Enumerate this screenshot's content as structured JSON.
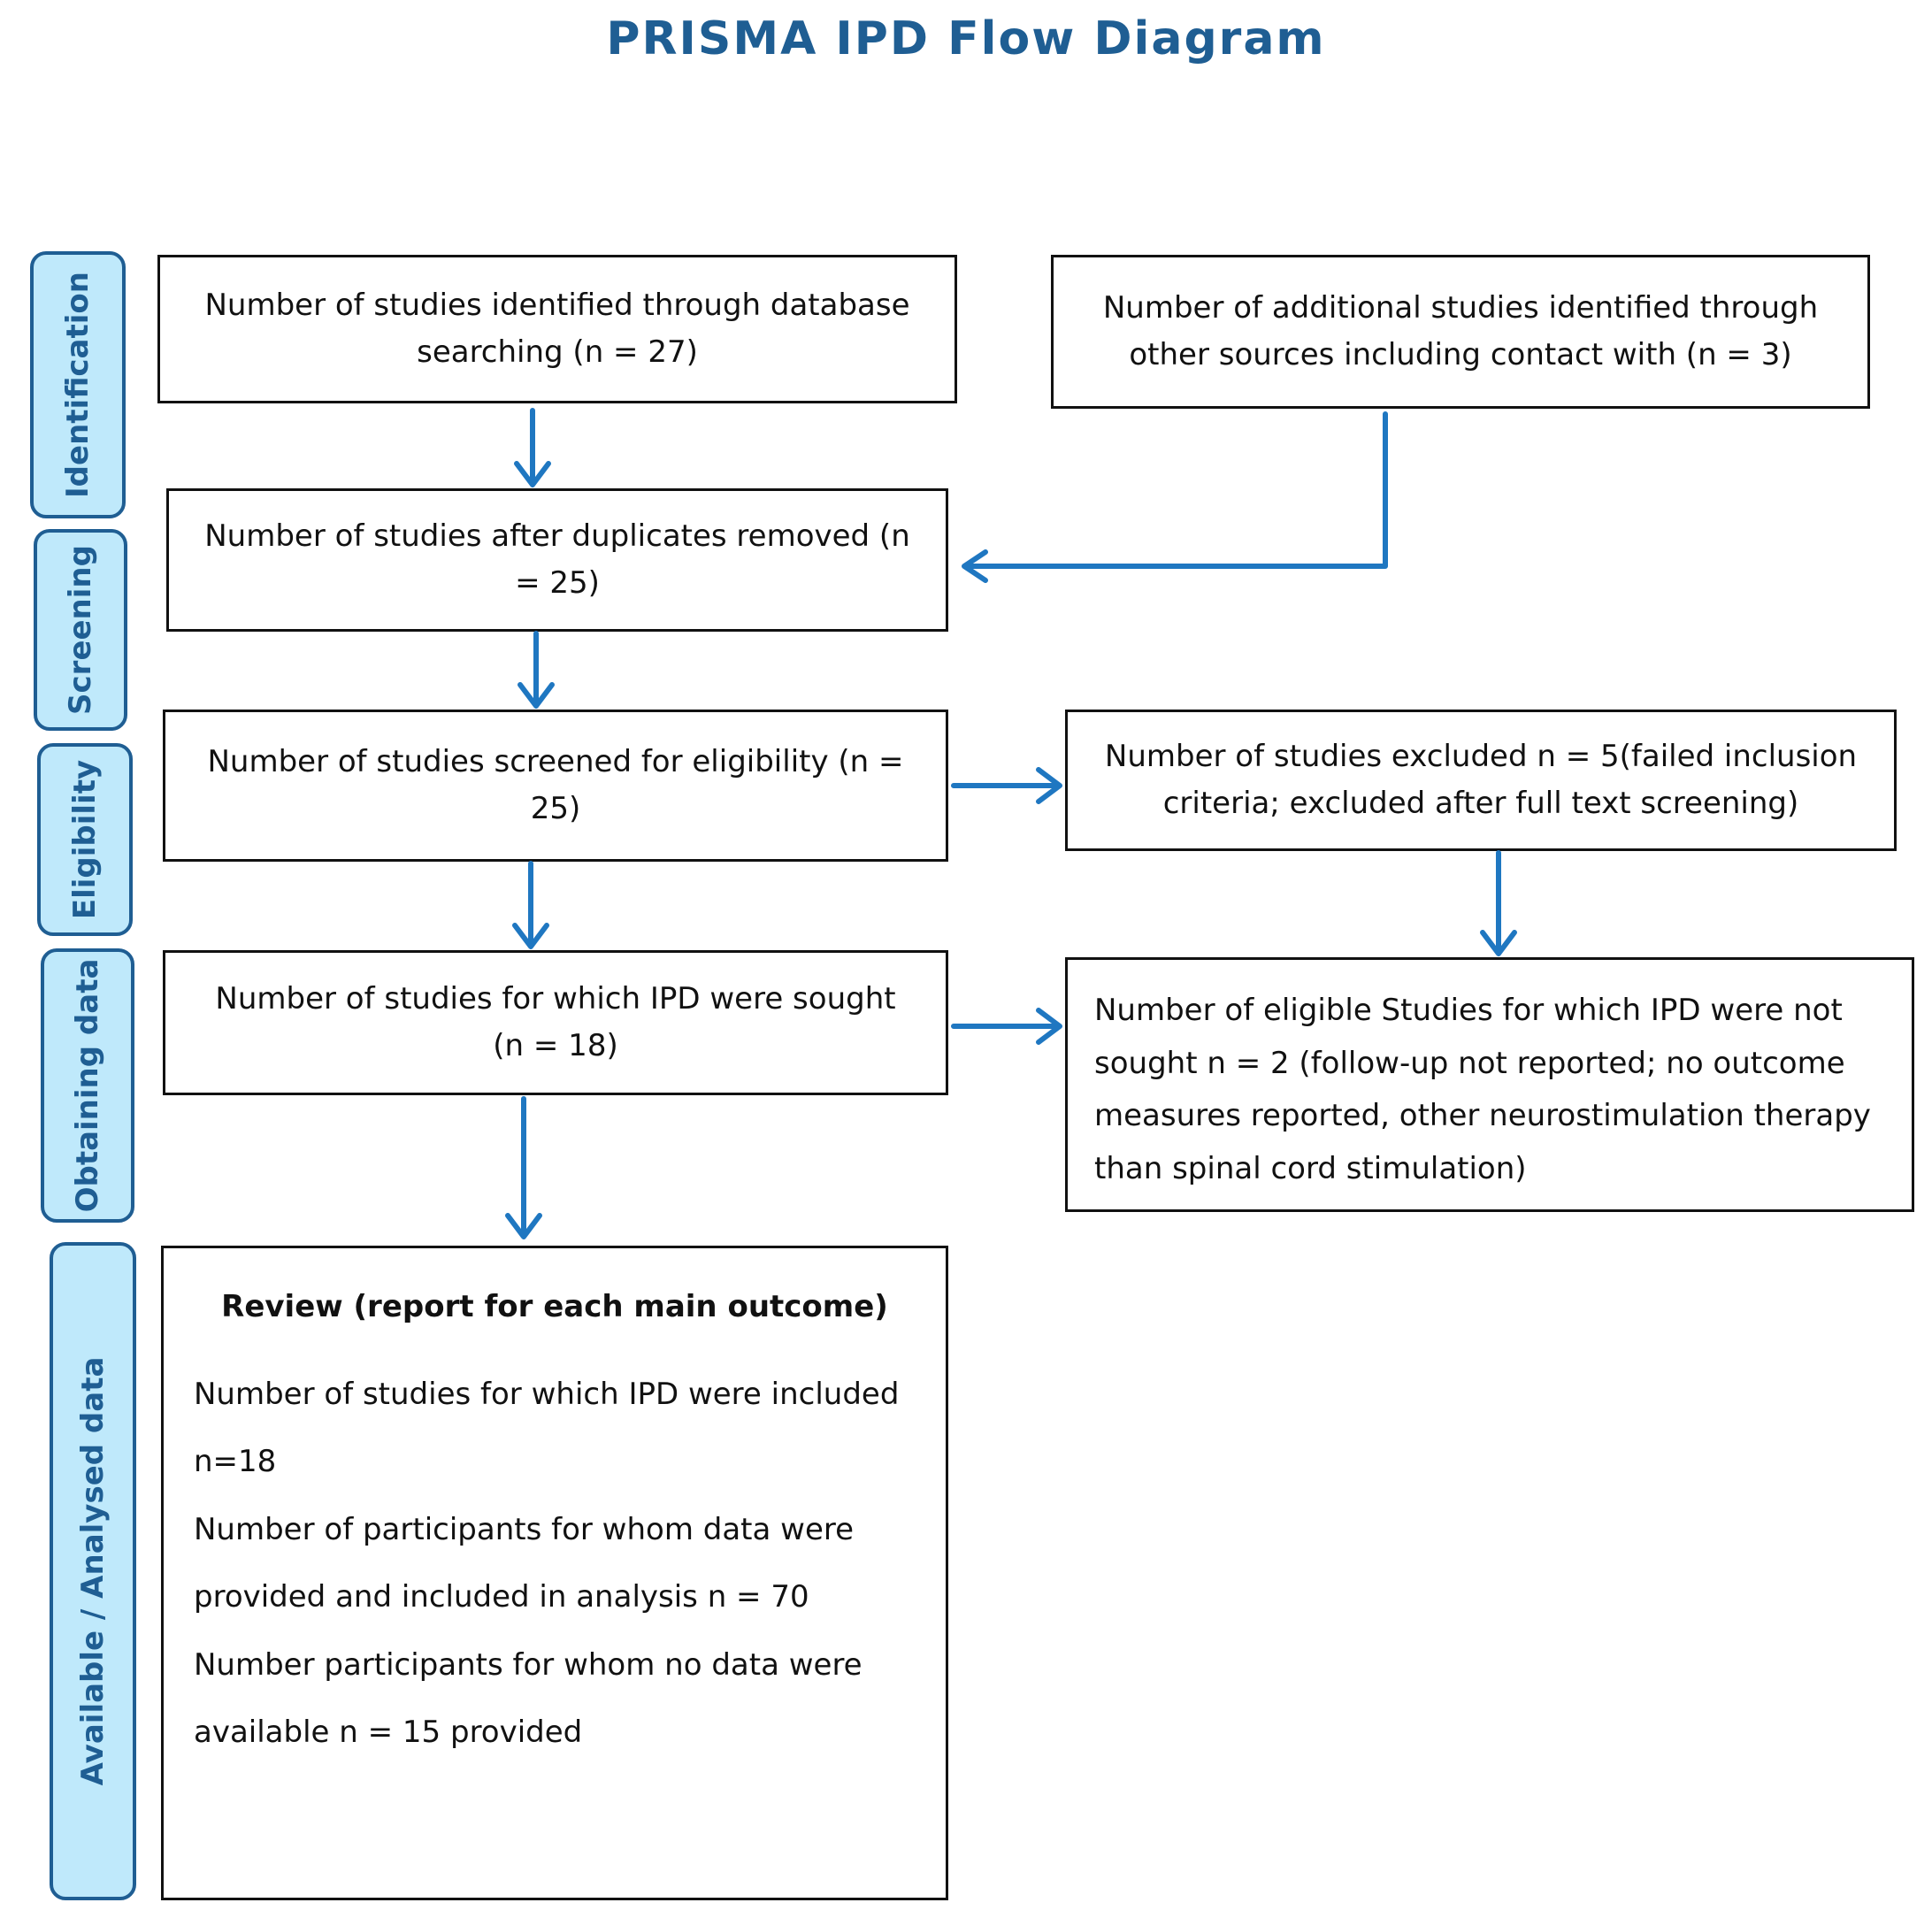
{
  "title": "PRISMA IPD Flow Diagram",
  "colors": {
    "title": "#1f5e93",
    "arrow": "#1f77c1",
    "stage_fill": "#bfe9fb",
    "stage_border": "#1f5e93"
  },
  "stages": {
    "identification": "Identification",
    "screening": "Screening",
    "eligibility": "Eligibility",
    "obtaining": "Obtaining data",
    "analysed": "Available / Analysed data"
  },
  "boxes": {
    "db_search": "Number of studies identified through database searching (n = 27)",
    "other_sources": "Number of additional studies identified through other sources including contact with (n = 3)",
    "duplicates_removed": "Number of studies after duplicates removed (n = 25)",
    "screened": "Number of studies screened for eligibility (n = 25)",
    "excluded": "Number of studies excluded n = 5(failed inclusion criteria; excluded after full text screening)",
    "ipd_sought": "Number of studies for which IPD were sought (n = 18)",
    "not_sought": "Number of eligible Studies for which IPD were not sought n = 2 (follow-up not reported; no outcome measures reported, other neurostimulation therapy than spinal cord stimulation)"
  },
  "review": {
    "title": "Review (report for each main outcome)",
    "lines": [
      "Number of studies for which IPD were included",
      "n=18",
      "Number of participants for whom data were",
      "provided and included in analysis n = 70",
      "Number participants for whom no data were",
      "available n = 15 provided"
    ]
  }
}
